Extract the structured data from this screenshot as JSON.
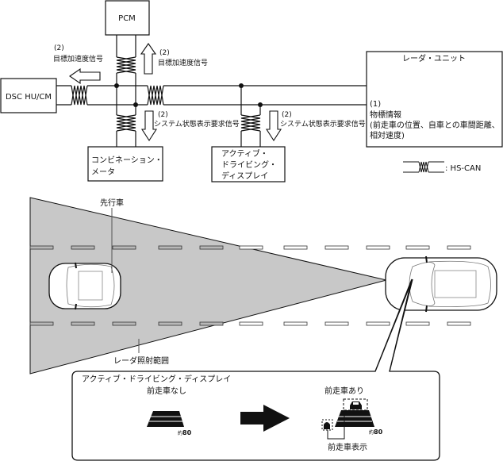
{
  "modules": {
    "pcm": "PCM",
    "dsc": "DSC HU/CM",
    "radar": "レーダ・ユニット",
    "combination_meter": [
      "コンビネーション・",
      "メータ"
    ],
    "active_display": [
      "アクティブ・",
      "ドライビング・",
      "ディスプレイ"
    ]
  },
  "signals": {
    "to_dsc": {
      "num": "(2)",
      "label": "目標加速度信号"
    },
    "to_pcm": {
      "num": "(2)",
      "label": "目標加速度信号"
    },
    "to_meter": {
      "num": "(2)",
      "label": "システム状態表示要求信号"
    },
    "to_display": {
      "num": "(2)",
      "label": "システム状態表示要求信号"
    },
    "radar_out": {
      "num": "(1)",
      "label": "物標情報",
      "detail": [
        "(前走車の位置、自車との車間距離、",
        "相対速度)"
      ]
    }
  },
  "legend": {
    "label": ": HS-CAN"
  },
  "scene": {
    "leading_vehicle": "先行車",
    "radar_range": "レーダ照射範囲"
  },
  "display_callout": {
    "title": "アクティブ・ドライビング・ディスプレイ",
    "no_vehicle": "前走車なし",
    "with_vehicle": "前走車あり",
    "speed_prefix": "約",
    "speed_value": "80",
    "vehicle_indicator": "前走車表示"
  }
}
